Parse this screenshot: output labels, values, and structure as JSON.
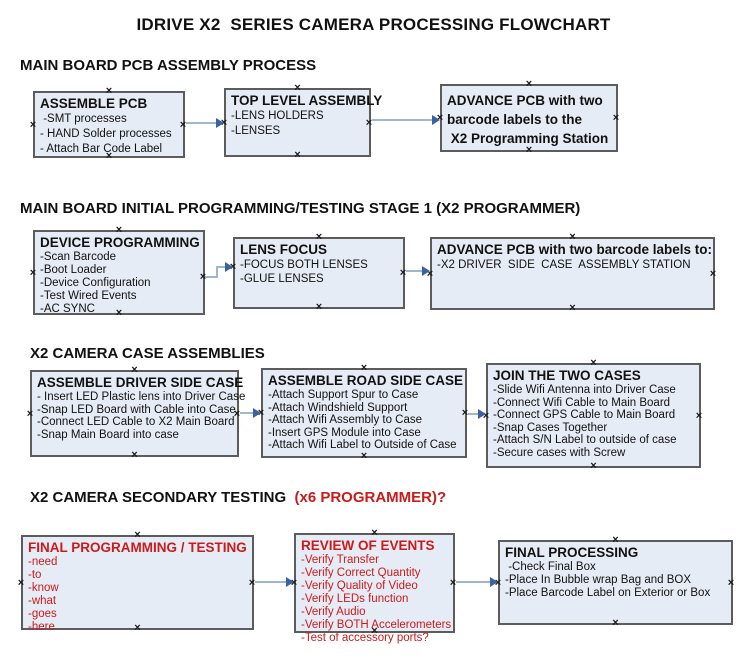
{
  "title": "IDRIVE X2  SERIES CAMERA PROCESSING FLOWCHART",
  "colors": {
    "background": "#ffffff",
    "box_fill": "#e6ecf5",
    "box_border": "#5c5c5c",
    "text": "#111111",
    "red_accent": "#cc1a1a",
    "connector_line": "#9fb6cf",
    "connector_arrowhead": "#3a62a0",
    "handle": "#1a1a1a"
  },
  "icons": {
    "connection_handle": "×",
    "arrow_head": "triangle-right"
  },
  "sections": [
    {
      "header": {
        "text": "MAIN BOARD PCB ASSEMBLY PROCESS",
        "highlight": ""
      },
      "boxes": [
        {
          "title": "ASSEMBLE PCB",
          "items": [
            " -SMT processes",
            "- HAND Solder processes",
            "- Attach Bar Code Label"
          ]
        },
        {
          "title": "TOP LEVEL ASSEMBLY",
          "items": [
            "-LENS HOLDERS",
            "-LENSES"
          ]
        },
        {
          "lines": [
            "ADVANCE PCB with two",
            "barcode labels to the",
            " X2 Programming Station"
          ],
          "items": []
        }
      ]
    },
    {
      "header": {
        "text": "MAIN BOARD INITIAL PROGRAMMING/TESTING STAGE 1 (X2 PROGRAMMER)",
        "highlight": ""
      },
      "boxes": [
        {
          "title": "DEVICE PROGRAMMING",
          "items": [
            "-Scan Barcode",
            "-Boot Loader",
            "-Device Configuration",
            "-Test Wired Events",
            "-AC SYNC"
          ]
        },
        {
          "title": "LENS FOCUS",
          "items": [
            "-FOCUS BOTH LENSES",
            "-GLUE LENSES"
          ]
        },
        {
          "title": "ADVANCE PCB with two barcode labels to:",
          "items": [
            "-X2 DRIVER  SIDE  CASE  ASSEMBLY STATION"
          ]
        }
      ]
    },
    {
      "header": {
        "text": "X2 CAMERA CASE ASSEMBLIES",
        "highlight": ""
      },
      "boxes": [
        {
          "title": "ASSEMBLE DRIVER SIDE CASE",
          "items": [
            "- Insert LED Plastic lens into Driver Case",
            "-Snap LED Board with Cable into Case",
            "-Connect LED Cable to X2 Main Board",
            "-Snap Main Board into case"
          ]
        },
        {
          "title": "ASSEMBLE ROAD SIDE CASE",
          "items": [
            "-Attach Support Spur to Case",
            "-Attach Windshield Support",
            "-Attach Wifi Assembly to Case",
            "-Insert GPS Module into Case",
            "-Attach Wifi Label to Outside of Case"
          ]
        },
        {
          "title": "JOIN THE TWO CASES",
          "items": [
            "-Slide Wifi Antenna into Driver Case",
            "-Connect Wifi Cable to Main Board",
            "-Connect GPS Cable to Main Board",
            "-Snap Cases Together",
            "-Attach S/N Label to outside of case",
            "-Secure cases with Screw"
          ]
        }
      ]
    },
    {
      "header": {
        "text": "X2 CAMERA SECONDARY TESTING  ",
        "highlight": "(x6 PROGRAMMER)?"
      },
      "boxes": [
        {
          "title": "FINAL PROGRAMMING / TESTING",
          "items": [
            "-need",
            "-to",
            "-know",
            "-what",
            "-goes",
            "-here"
          ]
        },
        {
          "title": "REVIEW OF EVENTS",
          "items": [
            "-Verify Transfer",
            "-Verify Correct Quantity",
            "-Verify Quality of Video",
            "-Verify LEDs function",
            "-Verify Audio",
            "-Verify BOTH Accelerometers",
            "-Test of accessory ports?"
          ]
        },
        {
          "title": "FINAL PROCESSING",
          "items": [
            " -Check Final Box",
            "-Place In Bubble wrap Bag and BOX",
            "-Place Barcode Label on Exterior or Box"
          ]
        }
      ]
    }
  ]
}
